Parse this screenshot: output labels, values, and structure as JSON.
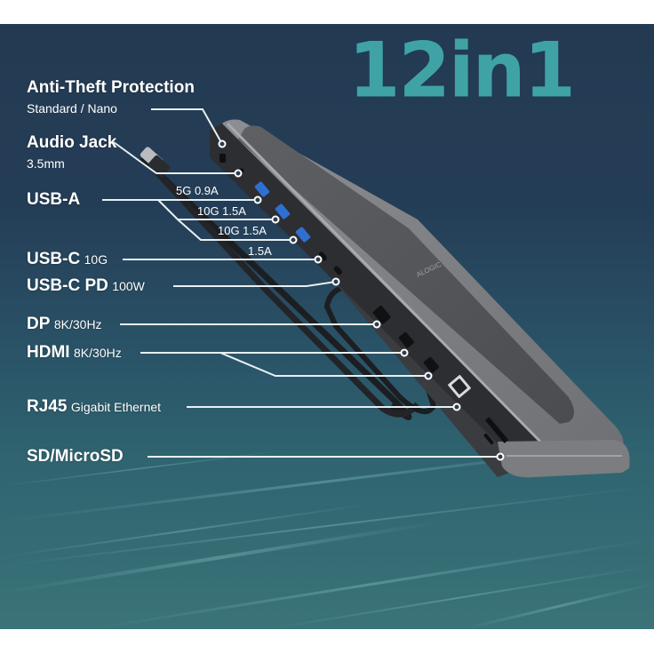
{
  "title": "12in1",
  "colors": {
    "title": "#3fa3a6",
    "background_top": "#233a52",
    "background_bottom": "#3a7378",
    "usb_a_port": "#2f6fd0",
    "dock_body": "#8a8c90",
    "label": "#ffffff"
  },
  "labels": {
    "anti_theft": {
      "name": "Anti-Theft Protection",
      "detail": "Standard / Nano"
    },
    "audio_jack": {
      "name": "Audio Jack",
      "detail": "3.5mm"
    },
    "usb_a": {
      "name": "USB-A",
      "ports": [
        "5G 0.9A",
        "10G 1.5A",
        "10G 1.5A"
      ]
    },
    "usb_c_spec_above": "1.5A",
    "usb_c": {
      "name": "USB-C",
      "detail": "10G"
    },
    "usb_c_pd": {
      "name": "USB-C PD",
      "detail": "100W"
    },
    "dp": {
      "name": "DP",
      "detail": "8K/30Hz"
    },
    "hdmi": {
      "name": "HDMI",
      "detail": "8K/30Hz"
    },
    "rj45": {
      "name": "RJ45",
      "detail": "Gigabit Ethernet"
    },
    "sd": {
      "name": "SD/MicroSD"
    }
  },
  "icons": {
    "usb_a_port": "usb-a-port-icon",
    "usb_c_port": "usb-c-port-icon",
    "hdmi_port": "hdmi-port-icon",
    "dp_port": "displayport-icon",
    "ethernet_port": "ethernet-port-icon",
    "sd_slot": "sd-card-slot-icon",
    "audio_port": "audio-jack-icon",
    "lock_slot": "security-lock-slot-icon"
  }
}
